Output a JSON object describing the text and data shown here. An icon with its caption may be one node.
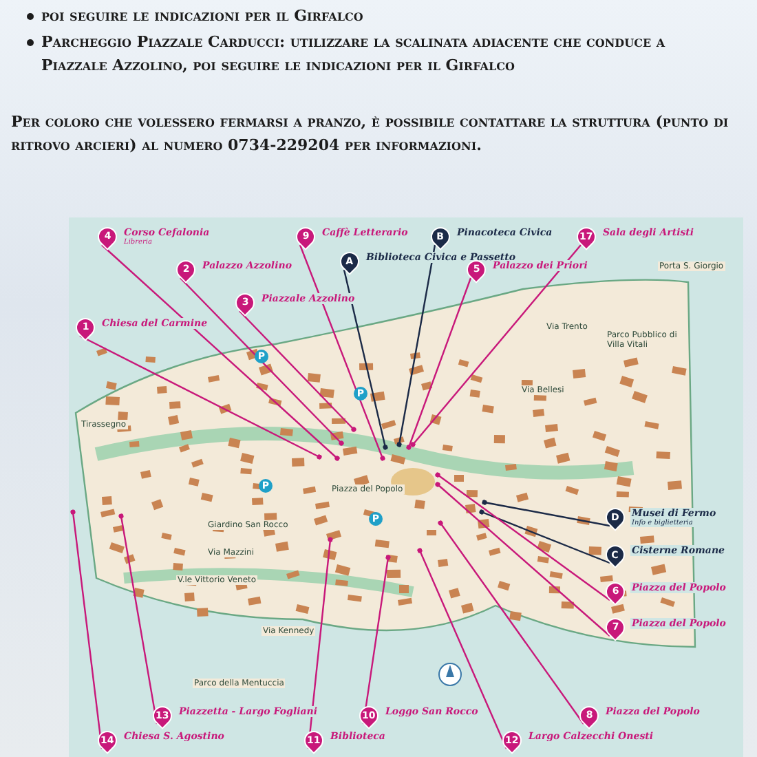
{
  "diagram": {
    "nodes": [
      {
        "text": [
          "4",
          "Corso Cefalonia",
          "Libreria"
        ]
      },
      {
        "text": [
          "9",
          "Caffè Letterario"
        ]
      },
      {
        "text": [
          "A",
          "Biblioteca Civica e Passetto"
        ]
      },
      {
        "text": [
          "B",
          "Pinacoteca Civica"
        ]
      },
      {
        "text": [
          "17",
          "Sala degli Artisti"
        ]
      },
      {
        "text": [
          "2",
          "Palazzo Azzolino"
        ]
      },
      {
        "text": [
          "5",
          "Palazzo dei Priori"
        ]
      },
      {
        "text": [
          "3",
          "Piazzale Azzolino"
        ]
      },
      {
        "text": [
          "1",
          "Chiesa del Carmine"
        ]
      },
      {
        "text": [
          "D",
          "Musei di Fermo",
          "Info e biglietteria"
        ]
      },
      {
        "text": [
          "C",
          "Cisterne Romane"
        ]
      },
      {
        "text": [
          "6",
          "Piazza del Popolo"
        ]
      },
      {
        "text": [
          "7",
          "Piazza del Popolo"
        ]
      },
      {
        "text": [
          "13",
          "Piazzetta - Largo Fogliani"
        ]
      },
      {
        "text": [
          "10",
          "Loggo San Rocco"
        ]
      },
      {
        "text": [
          "8",
          "Piazza del Popolo"
        ]
      },
      {
        "text": [
          "14",
          "Chiesa S. Agostino"
        ]
      },
      {
        "text": [
          "11",
          "Biblioteca"
        ]
      },
      {
        "text": [
          "12",
          "Largo Calzecchi Onesti"
        ]
      }
    ],
    "edges": [
      {
        "from": 0,
        "to": null,
        "arrow": "other"
      },
      {
        "from": 1,
        "to": null,
        "arrow": "other"
      },
      {
        "from": 2,
        "to": null,
        "arrow": "other",
        "color": "#1b2a47"
      },
      {
        "from": 3,
        "to": null,
        "arrow": "other",
        "color": "#1b2a47"
      },
      {
        "from": 4,
        "to": null,
        "arrow": "other"
      },
      {
        "from": 5,
        "to": null,
        "arrow": "other"
      },
      {
        "from": 6,
        "to": null,
        "arrow": "other"
      },
      {
        "from": 7,
        "to": null,
        "arrow": "other"
      },
      {
        "from": 8,
        "to": null,
        "arrow": "other"
      },
      {
        "from": 9,
        "to": null,
        "arrow": "other",
        "color": "#1b2a47"
      },
      {
        "from": 10,
        "to": null,
        "arrow": "other",
        "color": "#1b2a47"
      },
      {
        "from": 11,
        "to": null,
        "arrow": "other"
      },
      {
        "from": 12,
        "to": null,
        "arrow": "other"
      },
      {
        "from": 13,
        "to": null,
        "arrow": "other"
      },
      {
        "from": 14,
        "to": null,
        "arrow": "other"
      },
      {
        "from": 15,
        "to": null,
        "arrow": "other"
      },
      {
        "from": 16,
        "to": null,
        "arrow": "other"
      },
      {
        "from": 17,
        "to": null,
        "arrow": "other"
      },
      {
        "from": 18,
        "to": null,
        "arrow": "other"
      }
    ],
    "labels": [
      "poi seguire le indicazioni per il Girfalco",
      "Parcheggio Piazzale Carducci: utilizzare la scalinata adiacente che conduce a Piazzale Azzolino, poi seguire le indicazioni per il Girfalco",
      "Per coloro che volessero fermarsi a pranzo, è possibile contattare la struttura (punto di ritrovo arcieri) al numero 0734-229204 per informazioni.",
      "Porta S. Giorgio",
      "Via Bellesi",
      "Via Trento",
      "Parco Pubblico di Villa Vitali",
      "Tirassegno",
      "P",
      "P",
      "Piazza del Popolo",
      "P",
      "Giardino San Rocco",
      "Via Mazzini",
      "V.le Vittorio Veneto",
      "P",
      "Via Kennedy",
      "Parco della Mentuccia"
    ]
  }
}
